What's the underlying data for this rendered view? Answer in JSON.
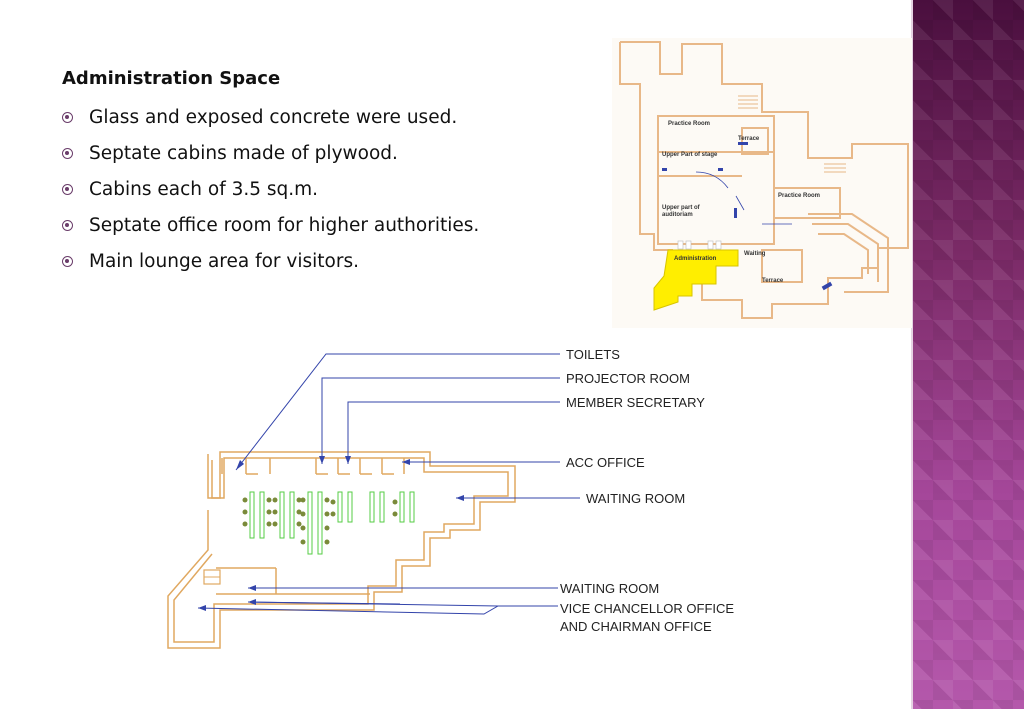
{
  "slide": {
    "title": "Administration Space",
    "bullets": [
      "Glass and exposed concrete were used.",
      "Septate cabins made of plywood.",
      "Cabins each of 3.5 sq.m.",
      "Septate office room for higher authorities.",
      "Main lounge area for visitors."
    ]
  },
  "inset_plan": {
    "labels": {
      "practice_room_1": "Practice Room",
      "terrace_1": "Terrace",
      "upper_stage": "Upper Part of stage",
      "practice_room_2": "Practice Room",
      "upper_auditorium_1": "Upper part of",
      "upper_auditorium_2": "auditoriam",
      "waiting": "Waiting",
      "administration": "Administration",
      "terrace_2": "Terrace"
    },
    "highlight_color": "#ffee00",
    "wall_color": "#e8b888"
  },
  "floor_plan": {
    "labels": {
      "toilets": "TOILETS",
      "projector_room": "PROJECTOR ROOM",
      "member_secretary": "MEMBER SECRETARY",
      "acc_office": "ACC OFFICE",
      "waiting_room_1": "WAITING ROOM",
      "waiting_room_2": "WAITING ROOM",
      "vc_office_1": "VICE CHANCELLOR OFFICE",
      "vc_office_2": "AND CHAIRMAN OFFICE"
    },
    "wall_color": "#e0a860",
    "furniture_color": "#55cc44",
    "arrow_color": "#3344aa"
  },
  "theme": {
    "band_color": "#8e3a82",
    "bullet_color": "#6a3d6a"
  }
}
